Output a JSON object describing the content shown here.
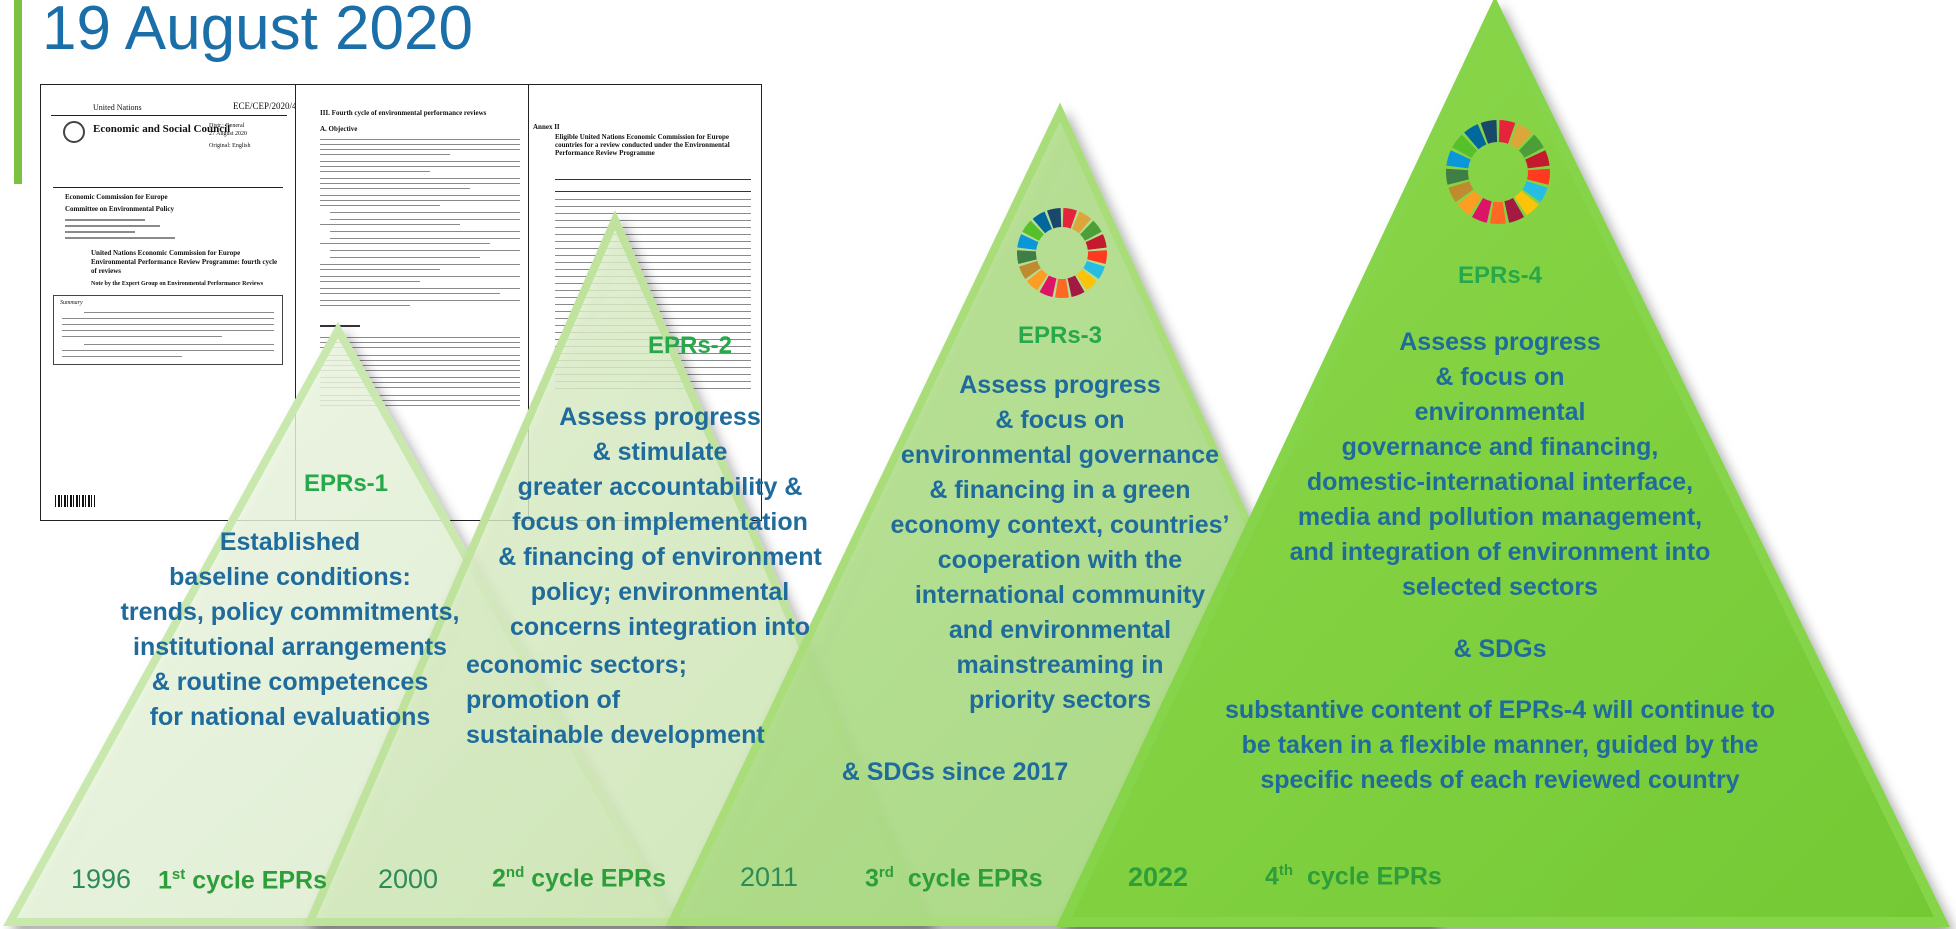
{
  "slide": {
    "title": "19 August 2020"
  },
  "document": {
    "org": "United Nations",
    "symbol": "ECE/CEP/2020/4",
    "council": "Economic and Social Council",
    "distribution": "Distr.: General",
    "date": "27 August 2020",
    "original": "Original: English",
    "commission": "Economic Commission for Europe",
    "committee": "Committee on Environmental Policy",
    "report_title": "United Nations Economic Commission for Europe Environmental Performance Review Programme: fourth cycle of reviews",
    "note": "Note by the Expert Group on Environmental Performance Reviews",
    "summary_label": "Summary",
    "section_title": "III.   Fourth cycle of environmental performance reviews",
    "objective": "A.   Objective",
    "annex": "Annex II",
    "annex_title": "Eligible United Nations Economic Commission for Europe countries for a review conducted under the Environmental Performance Review Programme"
  },
  "triangles": [
    {
      "name": "EPRs-1",
      "description": [
        "Established",
        "baseline conditions:",
        "trends, policy commitments,",
        "institutional arrangements",
        "& routine competences",
        "for national evaluations"
      ],
      "year": "1996",
      "cycle_num": "1",
      "cycle_sup": "st",
      "cycle_label": "cycle EPRs"
    },
    {
      "name": "EPRs-2",
      "description_centered": [
        "Assess progress",
        "& stimulate",
        "greater accountability &",
        "focus on implementation",
        "& financing of environment",
        "policy; environmental",
        "concerns integration into"
      ],
      "description_left": [
        "economic sectors;",
        "promotion of",
        "sustainable development"
      ],
      "year": "2000",
      "cycle_num": "2",
      "cycle_sup": "nd",
      "cycle_label": "cycle EPRs"
    },
    {
      "name": "EPRs-3",
      "description": [
        "Assess progress",
        "& focus on",
        "environmental governance",
        "& financing in a green",
        "economy context, countries’",
        "cooperation with  the",
        "international community",
        "and environmental",
        "mainstreaming in",
        "priority sectors"
      ],
      "sdgs": "& SDGs since 2017",
      "year": "2011",
      "cycle_num": "3",
      "cycle_sup": "rd",
      "cycle_label": "cycle EPRs"
    },
    {
      "name": "EPRs-4",
      "description": [
        "Assess progress",
        "& focus on",
        "environmental",
        "governance and financing,",
        "domestic-international interface,",
        "media and pollution management,",
        "and integration of environment into",
        "selected sectors"
      ],
      "sdgs": "& SDGs",
      "note": [
        "substantive content of EPRs-4 will continue to",
        "be taken in a flexible manner, guided by the",
        "specific needs of each reviewed country"
      ],
      "year": "2022",
      "cycle_num": "4",
      "cycle_sup": "th",
      "cycle_label": "cycle EPRs"
    }
  ],
  "colors": {
    "title": "#1b6fa8",
    "accent_bar": "#7cc242",
    "tri_name": "#27a84a",
    "tri_desc": "#1f6b9c",
    "cycle_text": "#2e9e3a",
    "year_text": "#2e8b57"
  },
  "icons": [
    "sdg-wheel-icon",
    "un-emblem-icon",
    "barcode-icon"
  ]
}
